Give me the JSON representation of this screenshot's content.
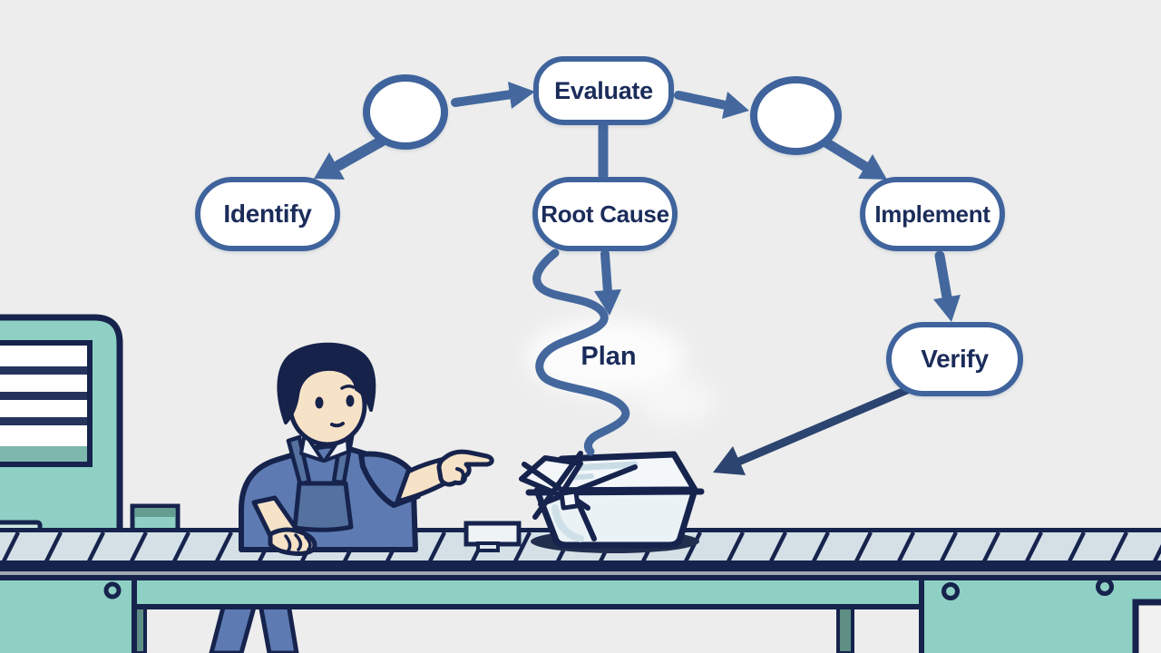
{
  "diagram": {
    "labels": {
      "identify": "Identify",
      "evaluate": "Evaluate",
      "root_cause": "Root Cause",
      "implement": "Implement",
      "verify": "Verify",
      "plan": "Plan"
    },
    "nodes": [
      {
        "id": "circle_left",
        "label": "",
        "shape": "circle"
      },
      {
        "id": "evaluate",
        "label": "Evaluate",
        "shape": "pill"
      },
      {
        "id": "circle_right",
        "label": "",
        "shape": "circle"
      },
      {
        "id": "identify",
        "label": "Identify",
        "shape": "pill"
      },
      {
        "id": "root_cause",
        "label": "Root Cause",
        "shape": "pill"
      },
      {
        "id": "implement",
        "label": "Implement",
        "shape": "pill"
      },
      {
        "id": "plan",
        "label": "Plan",
        "shape": "text"
      },
      {
        "id": "verify",
        "label": "Verify",
        "shape": "pill"
      }
    ],
    "edges": [
      {
        "from": "circle_left",
        "to": "evaluate",
        "style": "arrow"
      },
      {
        "from": "circle_left",
        "to": "identify",
        "style": "arrow"
      },
      {
        "from": "evaluate",
        "to": "root_cause",
        "style": "line"
      },
      {
        "from": "evaluate",
        "to": "circle_right",
        "style": "arrow"
      },
      {
        "from": "circle_right",
        "to": "implement",
        "style": "arrow"
      },
      {
        "from": "root_cause",
        "to": "plan",
        "style": "arrow"
      },
      {
        "from": "root_cause",
        "to": "container",
        "style": "squiggle"
      },
      {
        "from": "implement",
        "to": "verify",
        "style": "arrow"
      },
      {
        "from": "verify",
        "to": "container",
        "style": "arrow"
      }
    ]
  },
  "scene": {
    "elements": [
      "factory-machine",
      "conveyor-belt",
      "worker",
      "clear-container",
      "small-parcel",
      "step-block"
    ]
  },
  "colors": {
    "background": "#ecedec",
    "node_border": "#3f639c",
    "node_text": "#1b2c5a",
    "arrow": "#44689e",
    "arrow_dark": "#2c4470",
    "outline_navy": "#16234d",
    "teal": "#8fd0c4",
    "teal_dark": "#5f8f84",
    "belt_surface": "#d4e0e6",
    "shirt_blue": "#5d7bb2",
    "apron_blue": "#54719f",
    "skin": "#f6e2c6",
    "hair_navy": "#16224a",
    "container_fill": "#eaf2f6"
  }
}
